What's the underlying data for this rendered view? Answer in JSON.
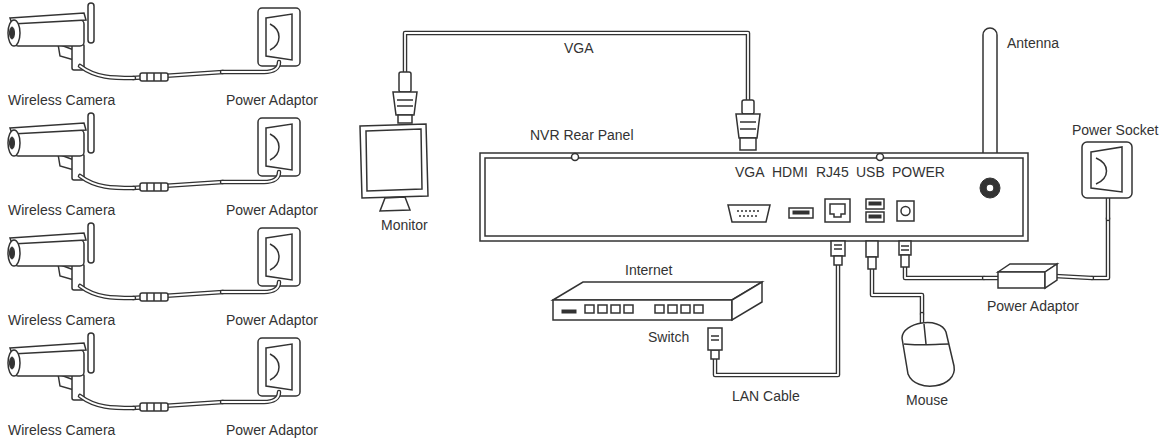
{
  "diagram": {
    "nodes": [
      {
        "text": [
          "Wireless Camera"
        ]
      },
      {
        "text": [
          "Power Adaptor"
        ]
      },
      {
        "text": [
          "Wireless Camera"
        ]
      },
      {
        "text": [
          "Power Adaptor"
        ]
      },
      {
        "text": [
          "Wireless Camera"
        ]
      },
      {
        "text": [
          "Power Adaptor"
        ]
      },
      {
        "text": [
          "Wireless Camera"
        ]
      },
      {
        "text": [
          "Power Adaptor"
        ]
      },
      {
        "text": [
          "Monitor"
        ]
      },
      {
        "text": [
          "NVR Rear Panel",
          "VGA",
          "HDMI",
          "RJ45",
          "USB",
          "POWER"
        ]
      },
      {
        "text": [
          "Power Socket"
        ]
      },
      {
        "text": [
          "Power Adaptor"
        ]
      },
      {
        "text": [
          "Internet",
          "Switch"
        ]
      },
      {
        "text": [
          "Mouse"
        ]
      }
    ],
    "edges": [
      {
        "from": 0,
        "to": 1,
        "arrow": "none"
      },
      {
        "from": 2,
        "to": 3,
        "arrow": "none"
      },
      {
        "from": 4,
        "to": 5,
        "arrow": "none"
      },
      {
        "from": 6,
        "to": 7,
        "arrow": "none"
      },
      {
        "from": 8,
        "to": 9,
        "label": "VGA",
        "arrow": "none"
      },
      {
        "from": 9,
        "to": 12,
        "label": "LAN Cable",
        "arrow": "none"
      },
      {
        "from": 9,
        "to": 13,
        "arrow": "none"
      },
      {
        "from": 9,
        "to": 11,
        "arrow": "none"
      },
      {
        "from": 11,
        "to": 10,
        "arrow": "none"
      }
    ],
    "labels": [
      "Antenna"
    ]
  }
}
